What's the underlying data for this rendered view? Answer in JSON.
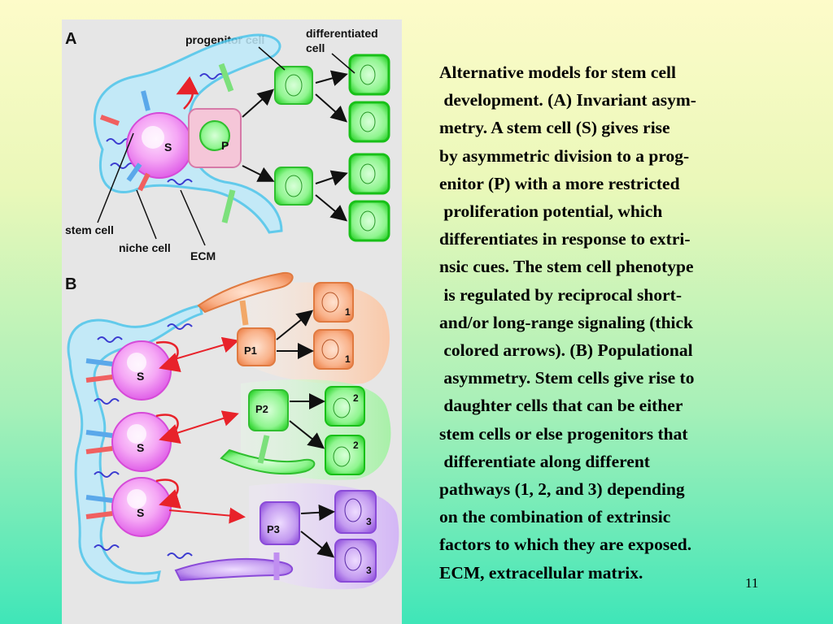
{
  "figure": {
    "panel_a": {
      "label": "A",
      "progenitor_cell": "progenitor cell",
      "differentiated_cell_line1": "differentiated",
      "differentiated_cell_line2": "cell",
      "stem_cell": "stem cell",
      "niche_cell": "niche cell",
      "ecm": "ECM",
      "s": "S",
      "p": "P"
    },
    "panel_b": {
      "label": "B",
      "s": "S",
      "p1": "P1",
      "p2": "P2",
      "p3": "P3",
      "n1": "1",
      "n2": "2",
      "n3": "3"
    }
  },
  "caption": {
    "lines": [
      "Alternative models for stem cell",
      " development. (A) Invariant asym-",
      "metry. A stem cell (S) gives rise",
      "by asymmetric division to a prog-",
      "enitor (P) with a more restricted",
      " proliferation potential, which",
      "differentiates in response to extri-",
      "nsic cues. The stem cell phenotype",
      " is regulated by reciprocal short-",
      "and/or long-range signaling (thick",
      " colored arrows). (B) Populational",
      " asymmetry. Stem cells give rise to",
      " daughter cells that can be either",
      "stem cells or else progenitors that",
      " differentiate along different",
      "pathways (1, 2, and 3) depending",
      "on the combination of extrinsic",
      "factors to which they are exposed.",
      "ECM, extracellular matrix."
    ]
  },
  "slide_number": "11",
  "colors": {
    "stem_pink": "#f08cf0",
    "green_cell": "#3ce83c",
    "orange_cell": "#f7a070",
    "purple_cell": "#a86ee8",
    "ecm_blue": "#6fd3f0",
    "arrow_red": "#e8222a"
  }
}
